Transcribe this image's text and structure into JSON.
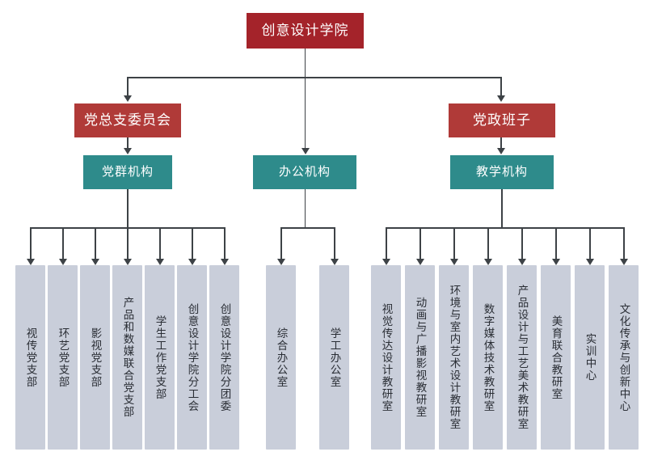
{
  "chart_data": {
    "type": "diagram",
    "title": "创意设计学院 组织机构图",
    "orientation": "top-down",
    "colors": {
      "root": "#A4232A",
      "level2": "#B03A38",
      "level3": "#2E8B8B",
      "leaf": "#C9CEDA",
      "connector": "#3D4246",
      "background": "#FFFFFF"
    },
    "nodes": {
      "root": {
        "label": "创意设计学院",
        "level": 1
      },
      "level2": [
        {
          "label": "党总支委员会"
        },
        {
          "label": "党政班子"
        }
      ],
      "level3": [
        {
          "label": "党群机构",
          "children_count": 7
        },
        {
          "label": "办公机构",
          "children_count": 2
        },
        {
          "label": "教学机构",
          "children_count": 8
        }
      ],
      "branch_party": [
        {
          "label": "视传党支部"
        },
        {
          "label": "环艺党支部"
        },
        {
          "label": "影视党支部"
        },
        {
          "label": "产品和数媒联合党支部"
        },
        {
          "label": "学生工作党支部"
        },
        {
          "label": "创意设计学院分工会"
        },
        {
          "label": "创意设计学院分团委"
        }
      ],
      "branch_office": [
        {
          "label": "综合办公室"
        },
        {
          "label": "学工办公室"
        }
      ],
      "branch_teaching": [
        {
          "label": "视觉传达设计教研室"
        },
        {
          "label": "动画与广播影视教研室"
        },
        {
          "label": "环境与室内艺术设计教研室"
        },
        {
          "label": "数字媒体技术教研室"
        },
        {
          "label": "产品设计与工艺美术教研室"
        },
        {
          "label": "美育联合教研室"
        },
        {
          "label": "实训中心"
        },
        {
          "label": "文化传承与创新中心"
        }
      ]
    }
  }
}
